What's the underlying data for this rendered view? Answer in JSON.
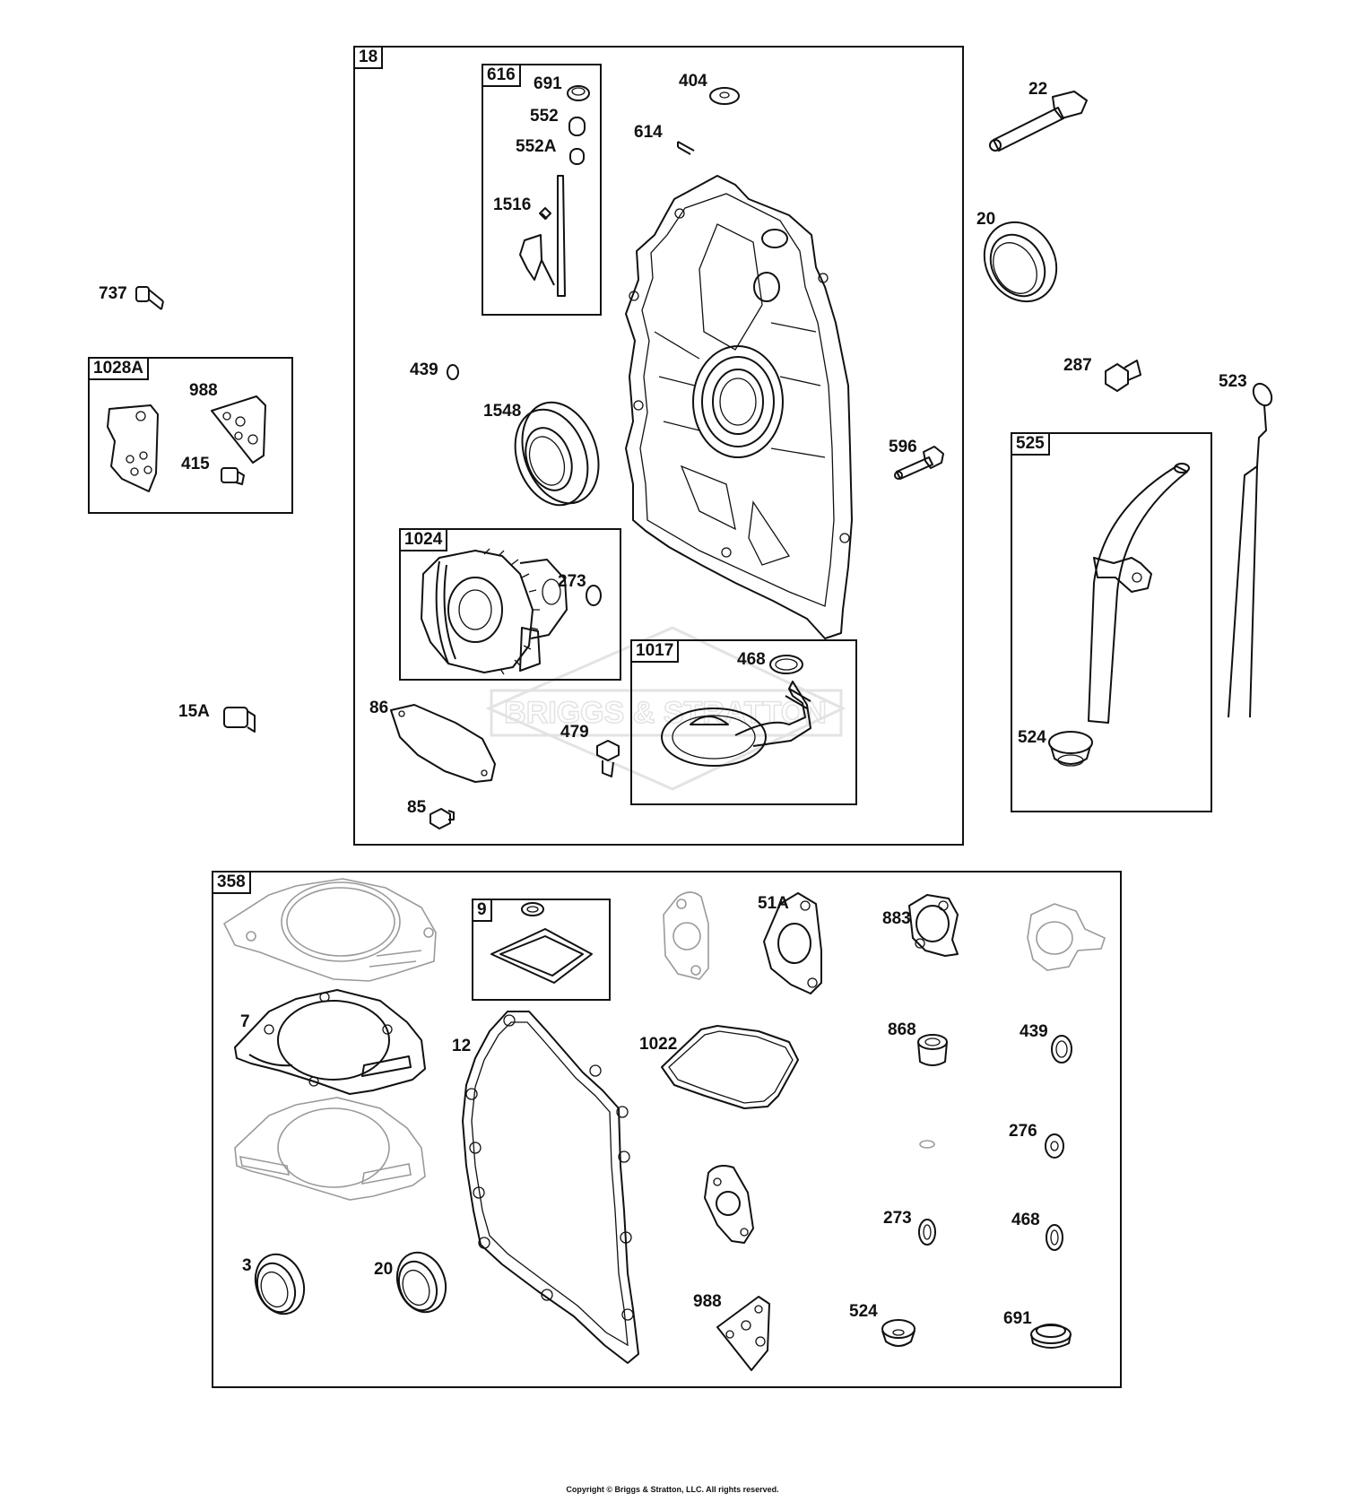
{
  "boxes": {
    "b18": "18",
    "b616": "616",
    "b1028A": "1028A",
    "b1024": "1024",
    "b1017": "1017",
    "b525": "525",
    "b358": "358",
    "b9": "9"
  },
  "labels": {
    "p691a": "691",
    "p552": "552",
    "p552A": "552A",
    "p1516": "1516",
    "p404": "404",
    "p614": "614",
    "p22": "22",
    "p20a": "20",
    "p737": "737",
    "p988a": "988",
    "p415": "415",
    "p439a": "439",
    "p1548": "1548",
    "p596": "596",
    "p287": "287",
    "p523": "523",
    "p273a": "273",
    "p468a": "468",
    "p15A": "15A",
    "p86": "86",
    "p479": "479",
    "p85": "85",
    "p524a": "524",
    "p51A": "51A",
    "p883": "883",
    "p7": "7",
    "p12": "12",
    "p1022": "1022",
    "p868": "868",
    "p439b": "439",
    "p276": "276",
    "p273b": "273",
    "p468b": "468",
    "p3": "3",
    "p20b": "20",
    "p988b": "988",
    "p524b": "524",
    "p691b": "691"
  },
  "watermark": "BRIGGS & STRATTON",
  "copyright": "Copyright © Briggs & Stratton, LLC. All rights reserved."
}
